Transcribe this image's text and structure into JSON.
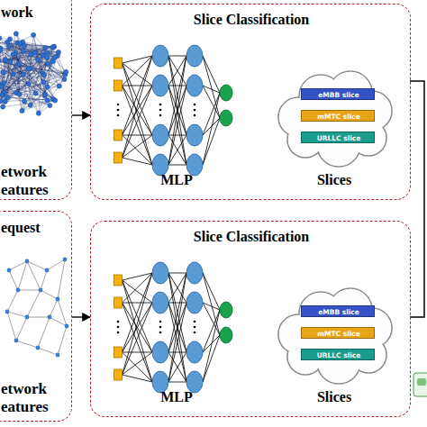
{
  "diagram": {
    "nodes": [
      {
        "text": [
          "work",
          "etwork eatures"
        ]
      },
      {
        "text": [
          "Slice Classification",
          "MLP"
        ]
      },
      {
        "text": [
          "Slices"
        ],
        "in": 1
      },
      {
        "text": [
          "eMBB slice"
        ],
        "in": 2
      },
      {
        "text": [
          "mMTC slice"
        ],
        "in": 2
      },
      {
        "text": [
          "URLLC slice"
        ],
        "in": 2
      },
      {
        "text": [
          "equest",
          "etwork eatures"
        ]
      },
      {
        "text": [
          "Slice Classification",
          "MLP"
        ]
      },
      {
        "text": [
          "Slices"
        ],
        "in": 7
      },
      {
        "text": [
          "eMBB slice"
        ],
        "in": 8
      },
      {
        "text": [
          "mMTC slice"
        ],
        "in": 8
      },
      {
        "text": [
          "URLLC slice"
        ],
        "in": 8
      }
    ],
    "edges": [
      {
        "from": 0,
        "to": 1,
        "arrow": "to"
      },
      {
        "from": 6,
        "to": 7,
        "arrow": "to"
      }
    ]
  }
}
